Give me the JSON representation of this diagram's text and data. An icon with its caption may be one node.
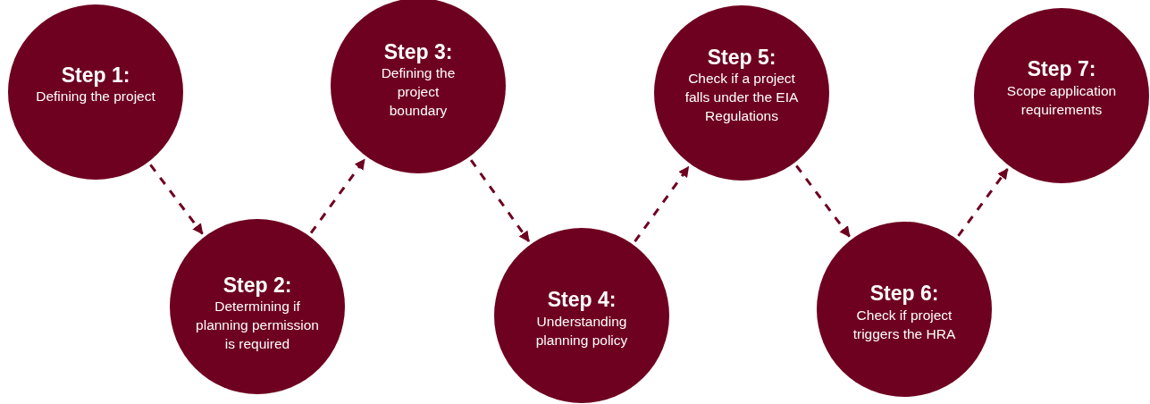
{
  "diagram": {
    "nodes": [
      {
        "text": [
          "Step 1:",
          "Defining the project"
        ]
      },
      {
        "text": [
          "Step 2:",
          "Determining if planning permission is required"
        ]
      },
      {
        "text": [
          "Step 3:",
          "Defining the project boundary"
        ]
      },
      {
        "text": [
          "Step 4:",
          "Understanding planning policy"
        ]
      },
      {
        "text": [
          "Step 5:",
          "Check if a project falls under the EIA Regulations"
        ]
      },
      {
        "text": [
          "Step 6:",
          "Check if project triggers the HRA"
        ]
      },
      {
        "text": [
          "Step 7:",
          "Scope application requirements"
        ]
      }
    ],
    "edges": [
      {
        "from": 0,
        "to": 1,
        "arrow": "to",
        "style": "dashed"
      },
      {
        "from": 1,
        "to": 2,
        "arrow": "to",
        "style": "dashed"
      },
      {
        "from": 2,
        "to": 3,
        "arrow": "to",
        "style": "dashed"
      },
      {
        "from": 3,
        "to": 4,
        "arrow": "to",
        "style": "dashed"
      },
      {
        "from": 4,
        "to": 5,
        "arrow": "to",
        "style": "dashed"
      },
      {
        "from": 5,
        "to": 6,
        "arrow": "to",
        "style": "dashed"
      }
    ]
  }
}
